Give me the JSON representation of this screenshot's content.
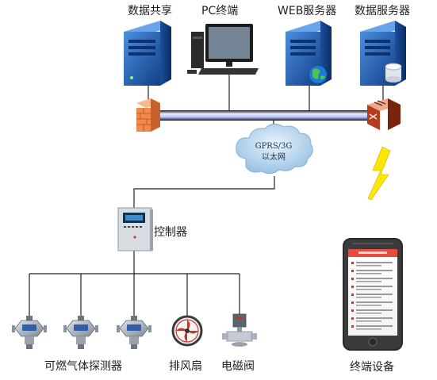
{
  "top_nodes": {
    "data_share": "数据共享",
    "pc_terminal": "PC终端",
    "web_server": "WEB服务器",
    "data_server": "数据服务器"
  },
  "network": {
    "cloud_line1": "GPRS/3G",
    "cloud_line2": "以太网"
  },
  "controller": {
    "label": "控制器"
  },
  "field_devices": {
    "detectors": "可燃气体探测器",
    "exhaust_fan": "排风扇",
    "solenoid_valve": "电磁阀"
  },
  "mobile": {
    "label": "终端设备"
  },
  "colors": {
    "server_blue": "#2c6fc4",
    "bus_line": "#1a1a1a",
    "bus_highlight": "#cfd8ff",
    "lightning": "#f5e200",
    "cloud": "#b9d6ee"
  }
}
